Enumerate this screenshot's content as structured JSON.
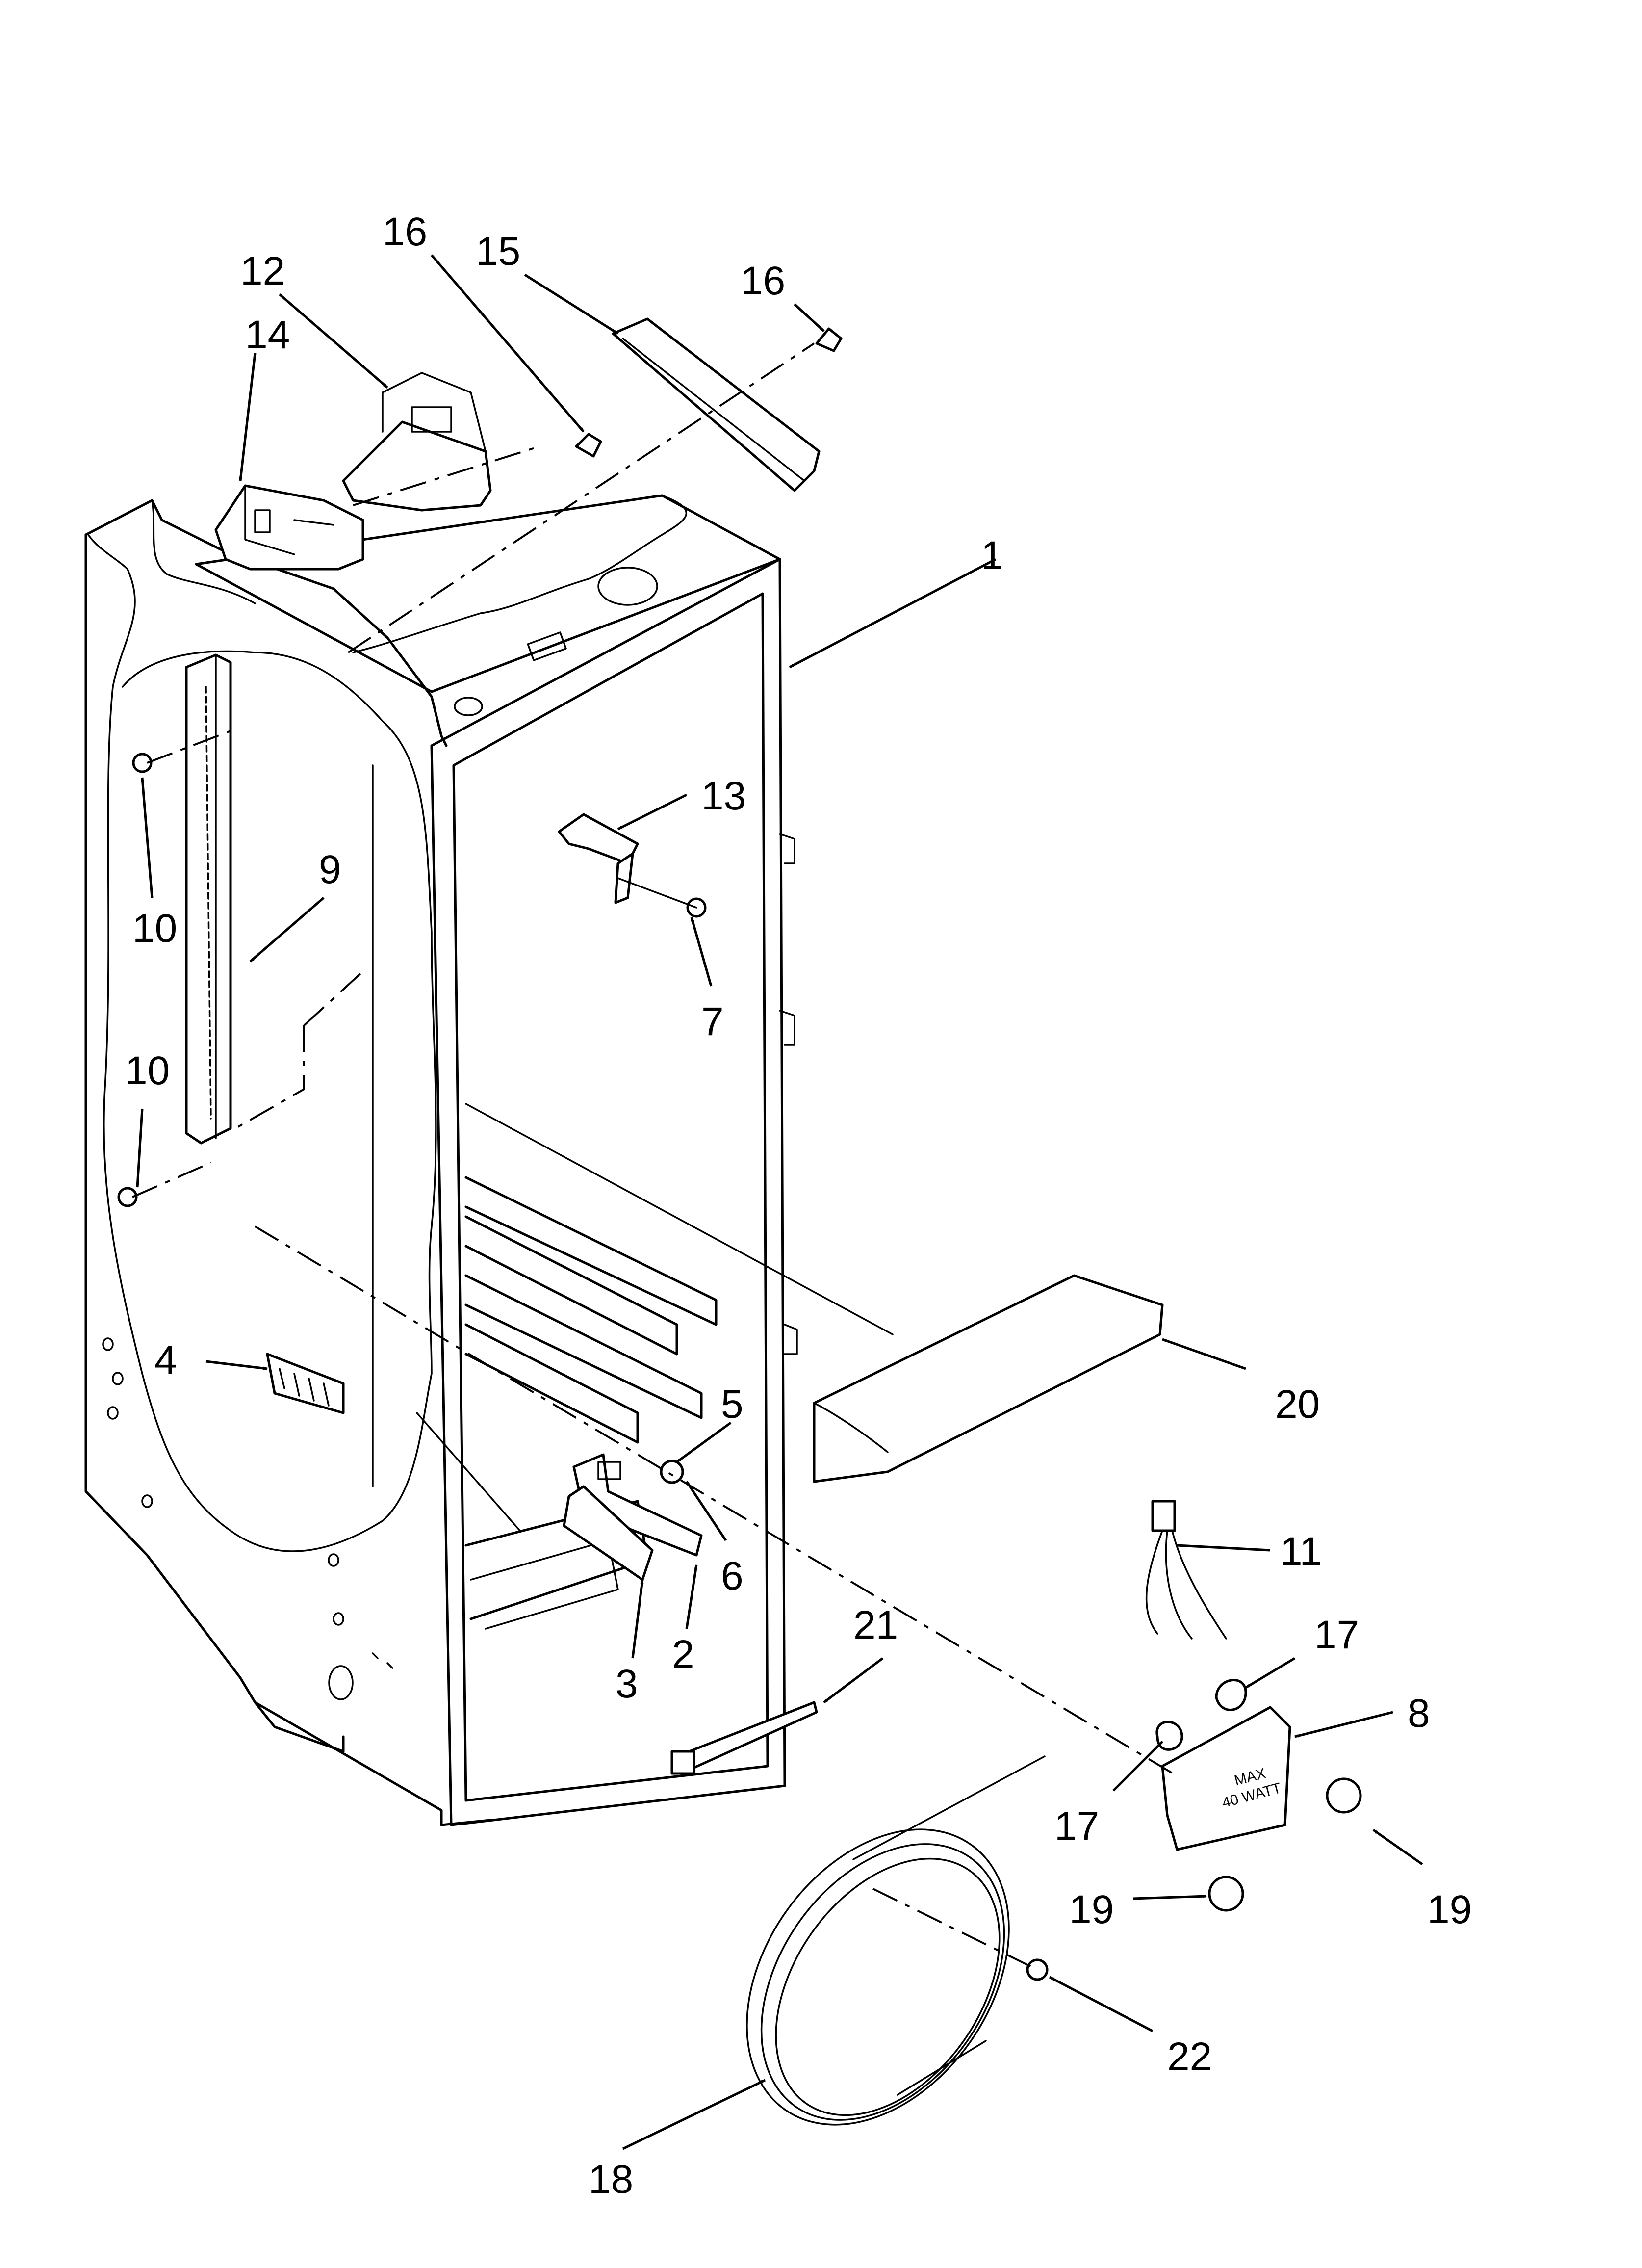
{
  "callouts": [
    {
      "id": "c1",
      "text": "1"
    },
    {
      "id": "c2",
      "text": "2"
    },
    {
      "id": "c3",
      "text": "3"
    },
    {
      "id": "c4",
      "text": "4"
    },
    {
      "id": "c5",
      "text": "5"
    },
    {
      "id": "c6",
      "text": "6"
    },
    {
      "id": "c7",
      "text": "7"
    },
    {
      "id": "c8",
      "text": "8"
    },
    {
      "id": "c9",
      "text": "9"
    },
    {
      "id": "c10a",
      "text": "10"
    },
    {
      "id": "c10b",
      "text": "10"
    },
    {
      "id": "c11",
      "text": "11"
    },
    {
      "id": "c12",
      "text": "12"
    },
    {
      "id": "c13",
      "text": "13"
    },
    {
      "id": "c14",
      "text": "14"
    },
    {
      "id": "c15",
      "text": "15"
    },
    {
      "id": "c16a",
      "text": "16"
    },
    {
      "id": "c16b",
      "text": "16"
    },
    {
      "id": "c17a",
      "text": "17"
    },
    {
      "id": "c17b",
      "text": "17"
    },
    {
      "id": "c18",
      "text": "18"
    },
    {
      "id": "c19a",
      "text": "19"
    },
    {
      "id": "c19b",
      "text": "19"
    },
    {
      "id": "c20",
      "text": "20"
    },
    {
      "id": "c21",
      "text": "21"
    },
    {
      "id": "c22",
      "text": "22"
    }
  ],
  "lamp_socket": {
    "label_line1": "MAX",
    "label_line2": "40 WATT"
  }
}
